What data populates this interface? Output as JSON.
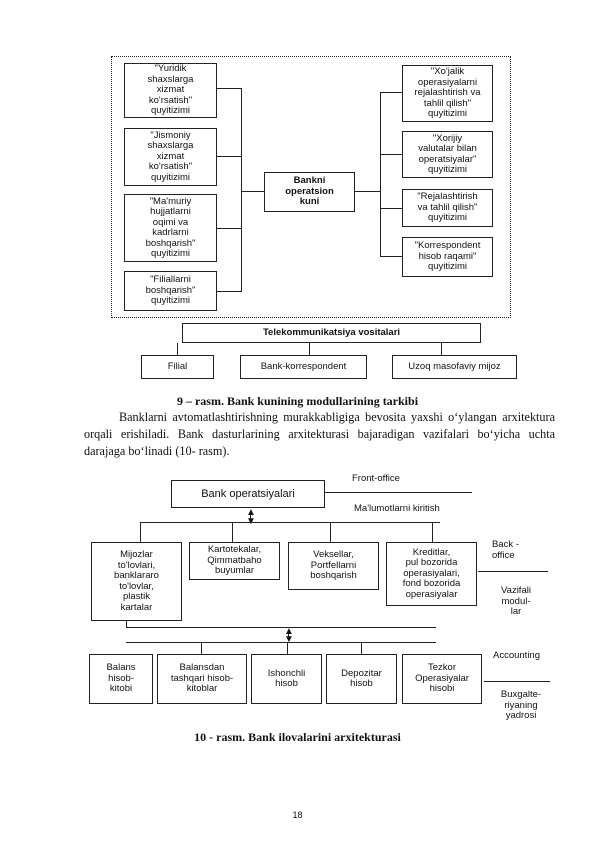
{
  "figure9": {
    "left_modules": [
      "\"Yuridik\nshaxslarga\nxizmat\nko'rsatish\"\nquyitizimi",
      "\"Jismoniy\nshaxslarga\nxizmat\nko'rsatish\"\nquyitizimi",
      "\"Ma'muriy\nhujjatlarni\noqimi va\nkadrlarni\nboshqarish\"\nquyitizimi",
      "\"Filiallarni\nboshqarish\"\nquyitizimi"
    ],
    "center": "Bankni\noperatsion\nkuni",
    "right_modules": [
      "\"Xo'jalik\noperasiyalarni\nrejalashtirish va\ntahlil qilish\"\nquyitizimi",
      "\"Xorijiy\nvalutalar bilan\noperatsiyalar\"\nquyitizimi",
      "\"Rejalashtirish\nva tahlil qilish\"\nquyitizimi",
      "\"Korrespondent\nhisob raqami\"\nquyitizimi"
    ],
    "telecom": "Telekommunikatsiya vositalari",
    "bottom": [
      "Filial",
      "Bank-korrespondent",
      "Uzoq masofaviy mijoz"
    ],
    "caption": "9 – rasm. Bank kunining modullarining tarkibi"
  },
  "paragraph": "Banklarni avtomatlashtirishning murakkabligiga bevosita yaxshi o‘ylangan arxitektura orqali erishiladi. Bank dasturlarining arxitekturasi bajaradigan vazifalari bo‘yicha uchta darajaga bo‘linadi (10- rasm).",
  "figure10": {
    "top_box": "Bank operatsiyalari",
    "front_office": "Front-office",
    "data_entry": "Ma'lumotlarni kiritish",
    "middle_boxes": [
      "Mijozlar\nto'lovlari,\nbanklararo\nto'lovlar,\nplastik\nkartalar",
      "Kartotekalar,\nQimmatbaho\nbuyumlar",
      "Veksellar,\nPortfellarni\nboshqarish",
      "Kreditlar,\npul bozorida\noperasiyalari,\nfond bozorida\noperasiyalar"
    ],
    "back_office": "Back -\noffice",
    "functional_modules": "Vazifali\nmodul-\nlar",
    "bottom_boxes": [
      "Balans\nhisob-\nkitobi",
      "Balansdan\ntashqari hisob-\nkitoblar",
      "Ishonchli\nhisob",
      "Depozitar\nhisob",
      "Tezkor\nOperasiyalar\nhisobi"
    ],
    "accounting": "Accounting",
    "accounting_core": "Buxgalte-\nriyaning\nyadrosi",
    "caption": "10 - rasm. Bank ilovalarini arxitekturasi"
  },
  "page_number": "18"
}
